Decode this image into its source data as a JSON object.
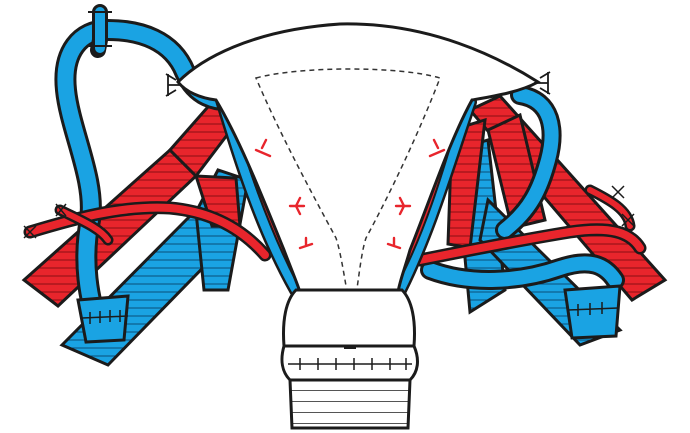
{
  "diagram": {
    "labels": [],
    "colors": {
      "artery": "#e8252c",
      "vein": "#1aa3e3",
      "outline": "#1b1b1b",
      "organ_fill": "#ffffff",
      "stripe": "#1b1b1b",
      "background": "#ffffff"
    },
    "structures": [
      "uterus-body",
      "uterine-cavity-outline",
      "cervix",
      "vaginal-graft",
      "left-arteries",
      "left-veins",
      "right-arteries",
      "right-veins",
      "anastomosis-sutures"
    ]
  }
}
